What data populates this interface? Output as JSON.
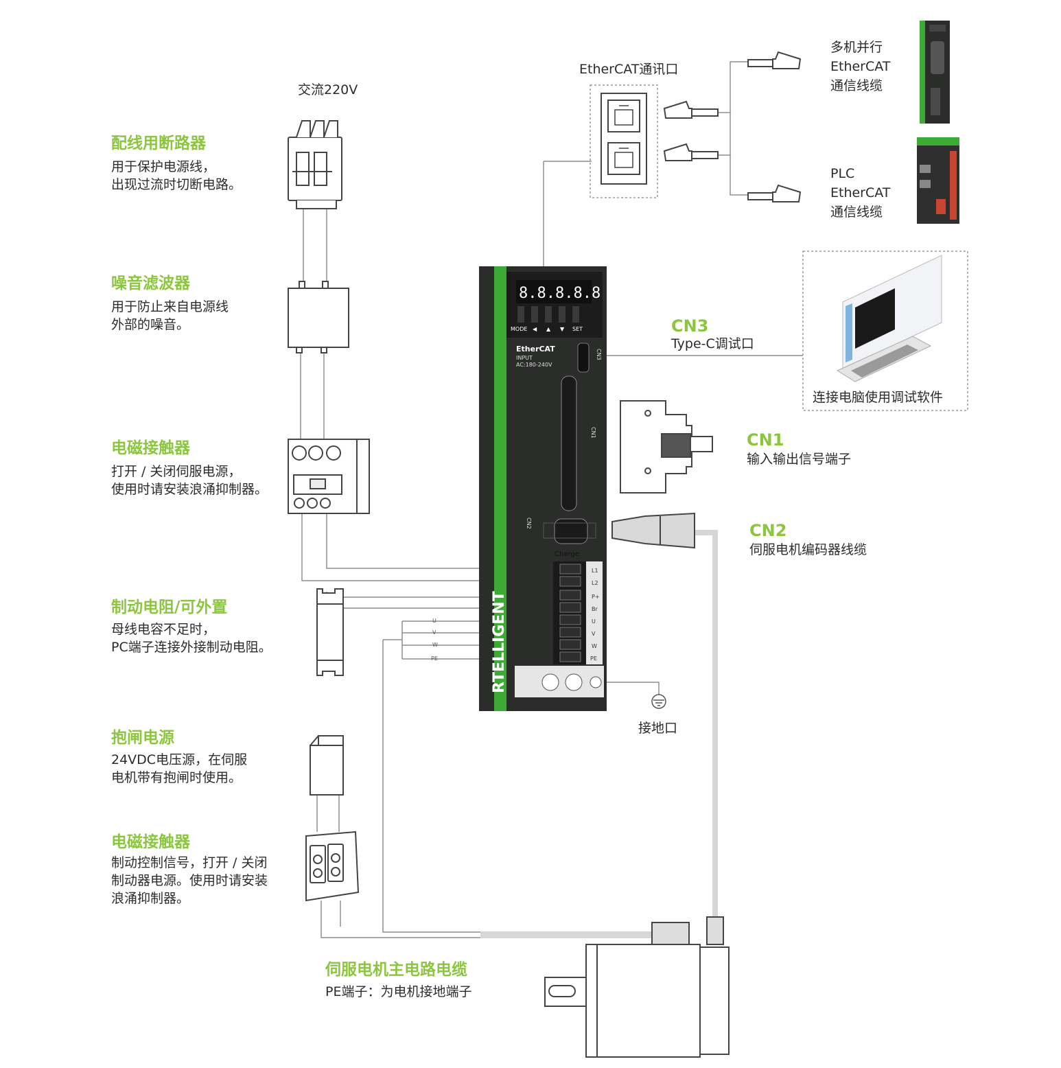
{
  "colors": {
    "accent": "#8cc63f",
    "drive_body": "#2b2d2b",
    "drive_stripe": "#3daa35",
    "line": "#9a9a9a"
  },
  "left_blocks": [
    {
      "title": "配线用断路器",
      "lines": [
        "用于保护电源线，",
        "出现过流时切断电路。"
      ]
    },
    {
      "title": "噪音滤波器",
      "lines": [
        "用于防止来自电源线",
        "外部的噪音。"
      ]
    },
    {
      "title": "电磁接触器",
      "lines": [
        "打开 / 关闭伺服电源，",
        "使用时请安装浪涌抑制器。"
      ]
    },
    {
      "title": "制动电阻/可外置",
      "lines": [
        "母线电容不足时，",
        "PC端子连接外接制动电阻。"
      ]
    },
    {
      "title": "抱闸电源",
      "lines": [
        "24VDC电压源，在伺服",
        "电机带有抱闸时使用。"
      ]
    },
    {
      "title": "电磁接触器",
      "lines": [
        "制动控制信号，打开 / 关闭",
        "制动器电源。使用时请安装",
        "浪涌抑制器。"
      ]
    }
  ],
  "ac_label": "交流220V",
  "ethercat_port_label": "EtherCAT通讯口",
  "multi_drive": [
    "多机并行",
    "EtherCAT",
    "通信线缆"
  ],
  "plc": [
    "PLC",
    "EtherCAT",
    "通信线缆"
  ],
  "cn3": {
    "title": "CN3",
    "desc": "Type-C调试口"
  },
  "pc_label": "连接电脑使用调试软件",
  "cn1": {
    "title": "CN1",
    "desc": "输入输出信号端子"
  },
  "cn2": {
    "title": "CN2",
    "desc": "伺服电机编码器线缆"
  },
  "ground_label": "接地口",
  "motor_cable": {
    "title": "伺服电机主电路电缆",
    "desc": "PE端子：为电机接地端子"
  },
  "drive": {
    "brand_vertical": "RTELLIGENT",
    "display": "8.8.8.8.8",
    "keys": [
      "MODE",
      "◀",
      "▲",
      "▼",
      "SET"
    ],
    "ethercat_logo": "EtherCAT",
    "input_label": "INPUT",
    "input_range": "AC:180-240V",
    "charge": "Charge",
    "port_cn3": "CN3",
    "port_cn1": "CN1",
    "port_cn2": "CN2",
    "terminals": [
      "L1",
      "L2",
      "P+",
      "Br",
      "U",
      "V",
      "W",
      "PE"
    ]
  },
  "wire_tags": [
    "U",
    "V",
    "W",
    "PE"
  ]
}
